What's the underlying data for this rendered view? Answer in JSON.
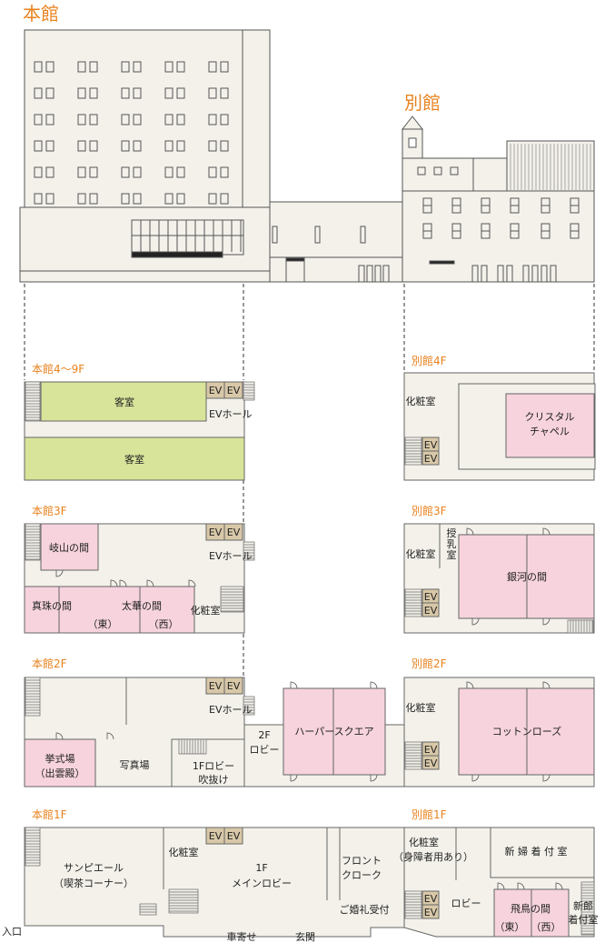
{
  "buildings": {
    "main_title": "本館",
    "annex_title": "別館"
  },
  "floors": {
    "main_4_9": {
      "label": "本館4〜9F",
      "room_top": "客室",
      "room_bottom": "客室",
      "ev1": "EV",
      "ev2": "EV",
      "ev_hall": "EVホール"
    },
    "main_3": {
      "label": "本館3F",
      "gifu": "岐山の間",
      "shinju": "真珠の間",
      "taika": "太華の間",
      "taika_east": "（東）",
      "taika_west": "（西）",
      "powder": "化粧室",
      "ev1": "EV",
      "ev2": "EV",
      "ev_hall": "EVホール"
    },
    "main_2": {
      "label": "本館2F",
      "kyoshiki": "挙式場",
      "izumo": "（出雲殿）",
      "photo": "写真場",
      "lobby_void_1": "1Fロビー",
      "lobby_void_2": "吹抜け",
      "lobby_2f_1": "2F",
      "lobby_2f_2": "ロビー",
      "harper": "ハーパースクエア",
      "ev1": "EV",
      "ev2": "EV",
      "ev_hall": "EVホール"
    },
    "main_1": {
      "label": "本館1F",
      "sunpierre_1": "サンピエール",
      "sunpierre_2": "（喫茶コーナー）",
      "powder": "化粧室",
      "lobby_1": "1F",
      "lobby_2": "メインロビー",
      "front_1": "フロント",
      "front_2": "クローク",
      "wedding": "ご婚礼受付",
      "entrance": "入口",
      "car_porch": "車寄せ",
      "genkan": "玄関",
      "ev1": "EV",
      "ev2": "EV"
    },
    "annex_4": {
      "label": "別館4F",
      "powder": "化粧室",
      "chapel_1": "クリスタル",
      "chapel_2": "チャペル",
      "ev1": "EV",
      "ev2": "EV"
    },
    "annex_3": {
      "label": "別館3F",
      "powder": "化粧室",
      "nursing_1": "授",
      "nursing_2": "乳",
      "nursing_3": "室",
      "ginga": "銀河の間",
      "ev1": "EV",
      "ev2": "EV"
    },
    "annex_2": {
      "label": "別館2F",
      "powder": "化粧室",
      "cotton": "コットンローズ",
      "ev1": "EV",
      "ev2": "EV"
    },
    "annex_1": {
      "label": "別館1F",
      "powder_1": "化粧室",
      "powder_2": "（身障者用あり）",
      "lobby": "ロビー",
      "bride": "新 婦 着 付 室",
      "asuka": "飛鳥の間",
      "asuka_east": "（東）",
      "asuka_west": "（西）",
      "groom_1": "新郎",
      "groom_2": "着付室",
      "ev1": "EV",
      "ev2": "EV"
    }
  },
  "colors": {
    "accent": "#e8821e",
    "guest_room": "#d8e49a",
    "banquet": "#f6d3dd",
    "elevator": "#d8c8a8",
    "wall": "#f3f1ea"
  }
}
